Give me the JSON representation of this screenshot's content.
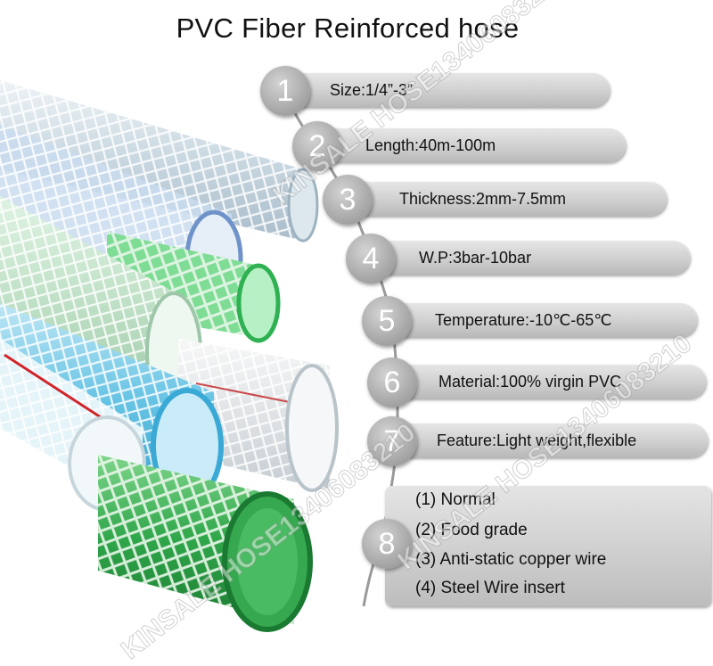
{
  "title": "PVC Fiber Reinforced hose",
  "features": [
    {
      "num": "1",
      "text": "Size:1/4”-3”"
    },
    {
      "num": "2",
      "text": "Length:40m-100m"
    },
    {
      "num": "3",
      "text": "Thickness:2mm-7.5mm"
    },
    {
      "num": "4",
      "text": "W.P:3bar-10bar"
    },
    {
      "num": "5",
      "text": "Temperature:-10℃-65℃"
    },
    {
      "num": "6",
      "text": "Material:100% virgin PVC"
    },
    {
      "num": "7",
      "text": "Feature:Light weight,flexible"
    }
  ],
  "types": {
    "num": "8",
    "items": [
      "(1) Normal",
      "(2) Food grade",
      "(3) Anti-static copper wire",
      "(4) Steel Wire insert"
    ]
  },
  "watermark": "KINSALE HOSE13406083210",
  "colors": {
    "green": "#2fa64a",
    "blue": "#3fb0d8",
    "clear": "#d8e6ee",
    "red_stripe": "#d0242a"
  }
}
